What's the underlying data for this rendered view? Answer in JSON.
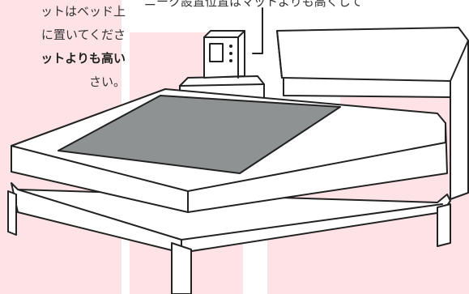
{
  "text": {
    "left_lines": [
      "ットはベッド上",
      "に置いてくださ",
      "ットよりも高い",
      "さい。"
    ],
    "top_note": "ニーク設置位置はマットよりも高くして"
  },
  "colors": {
    "background_pink": "#fde3e6",
    "mat_fill": "#8f9293",
    "outline": "#222222"
  },
  "icons": {
    "device": "control-unit-icon",
    "bed": "bed-illustration"
  }
}
